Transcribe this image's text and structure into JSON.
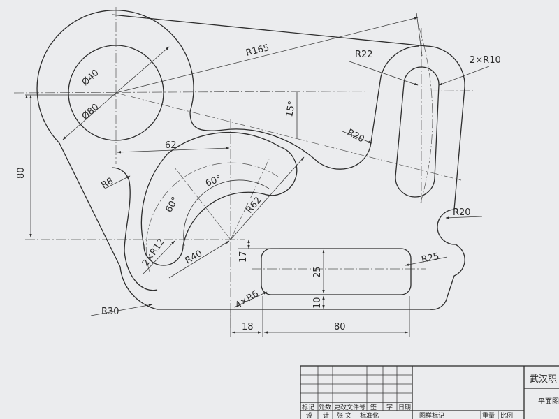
{
  "drawing": {
    "dims": {
      "r165": "R165",
      "r22": "R22",
      "r2x10": "2×R10",
      "d40": "Ø40",
      "d80": "Ø80",
      "ang15": "15°",
      "r20a": "R20",
      "v80": "80",
      "h62": "62",
      "r8": "R8",
      "ang60a": "60°",
      "ang60b": "60°",
      "r62": "R62",
      "r20b": "R20",
      "r2x12": "2×R12",
      "r40": "R40",
      "v17": "17",
      "v25": "25",
      "r25": "R25",
      "r4x6": "4×R6",
      "v10": "10",
      "r30": "R30",
      "h18": "18",
      "h80": "80"
    }
  },
  "title_block": {
    "row1": [
      "标记",
      "处数",
      "更改文件号",
      "签",
      "字",
      "日期"
    ],
    "row2": [
      "设",
      "计",
      "张 文",
      "标准化"
    ],
    "school": "武汉职",
    "drawing_name": "平面图",
    "mark_label": "图样标记",
    "weight_label": "重量",
    "scale_label": "比例"
  }
}
